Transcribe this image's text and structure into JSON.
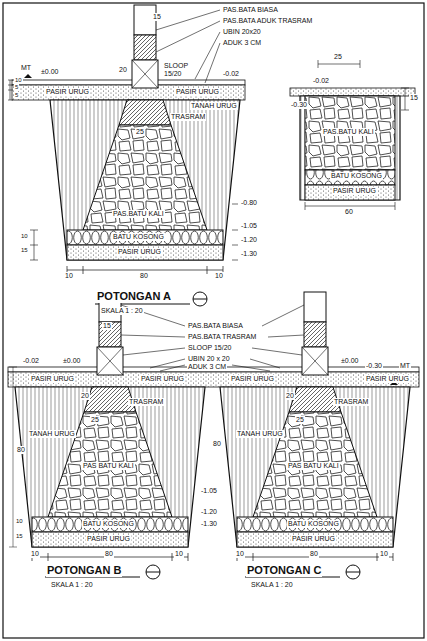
{
  "diagram": {
    "labels": [
      "15",
      "PAS.BATA BIASA",
      "PAS.BATA ADUK TRASRAM",
      "UBIN 20x20",
      "ADUK 3 CM",
      "SLOOP",
      "15/20",
      "±0.00",
      "-0.02",
      "20",
      "10",
      "5",
      "5",
      "MT",
      "PASIR URUG",
      "PASIR URUG",
      "TANAH URUG",
      "TRASRAM",
      "25",
      "PAS.BATU KALI",
      "BATU KOSONG",
      "PASIR URUG",
      "10",
      "15",
      "10",
      "80",
      "10",
      "-0.80",
      "-1.05",
      "-1.20",
      "-1.30",
      "25",
      "-0.02",
      "15",
      "-0.30",
      "PAS.BATU KALI",
      "BATU KOSONG",
      "PASIR URUG",
      "60",
      "POTONGAN A",
      "SKALA 1 : 20",
      "15",
      "PAS.BATA BIASA",
      "PAS.BATA TRASRAM",
      "SLOOP 15/20",
      "UBIN 20 x 20",
      "ADUK 3 CM",
      "-0.02",
      "±0.00",
      "±0.00",
      "PASIR URUG",
      "PASIR URUG",
      "PASIR URUG",
      "PASIR URUG",
      "20",
      "TRASRAM",
      "25",
      "TANAH URUG",
      "PAS BATU KALI",
      "80",
      "BATU KOSONG",
      "PASIR URUG",
      "10",
      "15",
      "10",
      "80",
      "10",
      "-1.05",
      "-1.20",
      "-1.30",
      "POTONGAN B",
      "SKALA 1 : 20",
      "MT",
      "-0.30",
      "TRASRAM",
      "20",
      "TANAH URUG",
      "25",
      "PAS BATU KALI",
      "BATU KOSONG",
      "PASIR URUG",
      "80",
      "10",
      "80",
      "10",
      "POTONGAN C",
      "SKALA 1 : 20"
    ]
  }
}
